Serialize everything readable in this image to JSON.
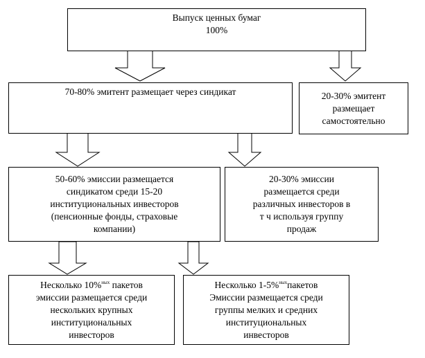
{
  "root": {
    "lines": [
      "Выпуск ценных бумаг",
      "100%"
    ]
  },
  "syndicate": {
    "text": "70-80% эмитент размещает через синдикат"
  },
  "self": {
    "lines": [
      "20-30% эмитент",
      "размещает",
      "самостоятельно"
    ]
  },
  "institutional": {
    "lines": [
      "50-60% эмиссии размещается",
      "синдикатом среди 15-20",
      "институциональных инвесторов",
      "(пенсионные фонды, страховые",
      "компании)"
    ]
  },
  "various": {
    "lines": [
      "20-30% эмиссии",
      "размещается среди",
      "различных инвесторов в",
      "т ч используя группу",
      "продаж"
    ]
  },
  "large_packets": {
    "lead": "Несколько 10%",
    "sup": "ных",
    "tail": " пакетов",
    "lines": [
      "эмиссии размещается среди",
      "нескольких крупных",
      "институциональных",
      "инвесторов"
    ]
  },
  "small_packets": {
    "lead": "Несколько 1-5%",
    "sup": "ных",
    "tail": "пакетов",
    "lines": [
      "Эмиссии размещается среди",
      "группы мелких и средних",
      "институциональных",
      "инвесторов"
    ]
  }
}
